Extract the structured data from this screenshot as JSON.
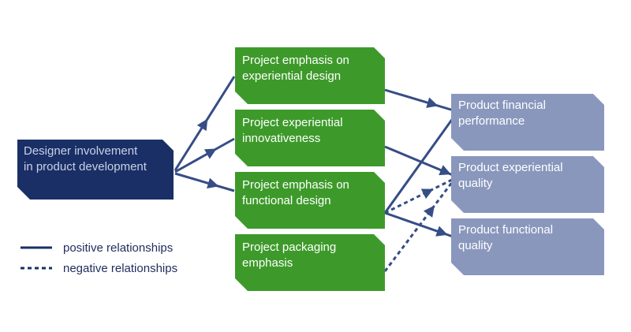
{
  "colors": {
    "dark_blue": "#1a2f66",
    "green": "#3d9a2a",
    "grey_blue": "#8a97bd",
    "edge": "#364d85",
    "background": "#ffffff"
  },
  "nodes": {
    "designer_involvement": {
      "line1": "Designer involvement",
      "line2": "in product development"
    },
    "emphasis_experiential": {
      "line1": "Project emphasis on",
      "line2": "experiential design"
    },
    "experiential_innovativeness": {
      "line1": "Project experiential",
      "line2": "innovativeness"
    },
    "emphasis_functional": {
      "line1": "Project emphasis on",
      "line2": "functional design"
    },
    "packaging_emphasis": {
      "line1": "Project packaging",
      "line2": "emphasis"
    },
    "financial_performance": {
      "line1": "Product financial",
      "line2": "performance"
    },
    "experiential_quality": {
      "line1": "Product experiential",
      "line2": "quality"
    },
    "functional_quality": {
      "line1": "Product functional",
      "line2": "quality"
    }
  },
  "edges": [
    {
      "from": "designer_involvement",
      "to": "emphasis_experiential",
      "relationship": "positive"
    },
    {
      "from": "designer_involvement",
      "to": "experiential_innovativeness",
      "relationship": "positive"
    },
    {
      "from": "designer_involvement",
      "to": "emphasis_functional",
      "relationship": "positive"
    },
    {
      "from": "emphasis_experiential",
      "to": "financial_performance",
      "relationship": "positive"
    },
    {
      "from": "experiential_innovativeness",
      "to": "experiential_quality",
      "relationship": "positive"
    },
    {
      "from": "emphasis_functional",
      "to": "financial_performance",
      "relationship": "positive"
    },
    {
      "from": "emphasis_functional",
      "to": "experiential_quality",
      "relationship": "negative"
    },
    {
      "from": "emphasis_functional",
      "to": "functional_quality",
      "relationship": "positive"
    },
    {
      "from": "packaging_emphasis",
      "to": "experiential_quality",
      "relationship": "negative"
    }
  ],
  "legend": {
    "positive_label": "positive relationships",
    "negative_label": "negative relationships"
  }
}
